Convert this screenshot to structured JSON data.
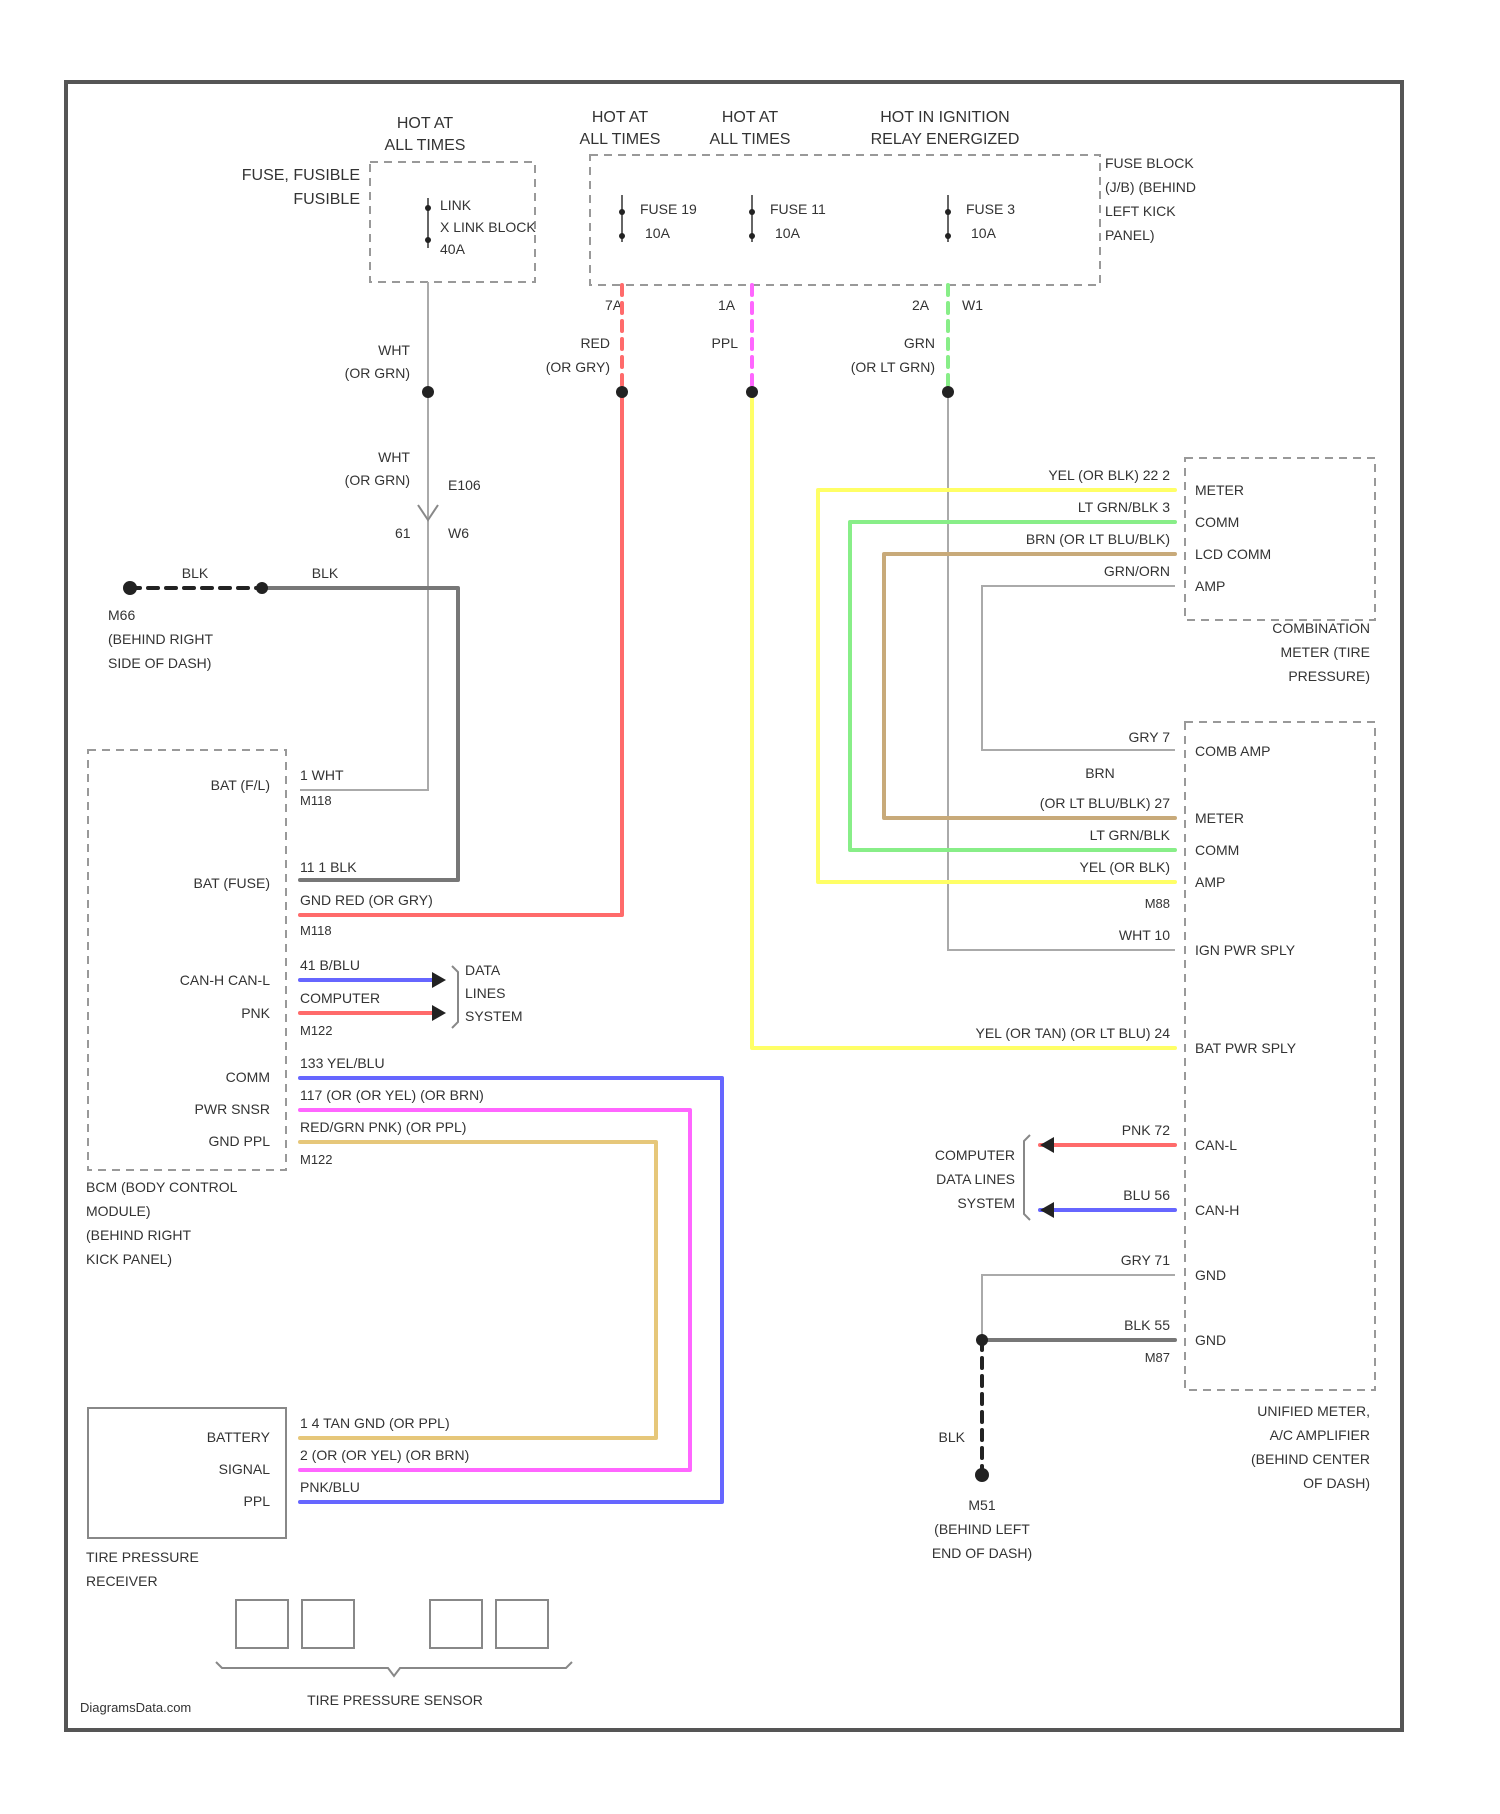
{
  "colors": {
    "red": "#ff6b6b",
    "yellow": "#ffff66",
    "green": "#88ee88",
    "lightgreen": "#aaffaa",
    "brown": "#c8aa7a",
    "gray": "#aaaaaa",
    "darkgray": "#777777",
    "white": "#dddddd",
    "blue": "#6666ff",
    "pink": "#ff66ff",
    "tan": "#e6c77a",
    "black": "#222222"
  },
  "power": {
    "fusible": {
      "hot": [
        "HOT AT",
        "ALL TIMES"
      ],
      "name": [
        "FUSE, FUSIBLE",
        "FUSIBLE"
      ],
      "link": [
        "LINK",
        "X LINK BLOCK",
        "40A"
      ]
    },
    "fuse1": {
      "hot": [
        "HOT AT",
        "ALL TIMES"
      ],
      "name": "FUSE 19",
      "amp": "10A",
      "pin": "7A"
    },
    "fuse2": {
      "hot": [
        "HOT AT",
        "ALL TIMES"
      ],
      "name": "FUSE 11",
      "amp": "10A",
      "pin": "1A"
    },
    "fuse3": {
      "hot": [
        "HOT IN IGNITION",
        "RELAY ENERGIZED"
      ],
      "name": "FUSE 3",
      "amp": "10A",
      "pin": "2A",
      "pin2": "W1"
    },
    "block_label": [
      "FUSE BLOCK",
      "(J/B) (BEHIND",
      "LEFT KICK",
      "PANEL)"
    ]
  },
  "wires_top": {
    "wht1": [
      "WHT",
      "(OR GRN)"
    ],
    "red": [
      "RED",
      "(OR GRY)"
    ],
    "ppl": "PPL",
    "grn": [
      "GRN",
      "(OR LT GRN)"
    ],
    "wht2": [
      "WHT",
      "(OR GRN)"
    ],
    "conn": [
      "E106",
      "W6"
    ],
    "conn_pin": "61"
  },
  "ground_m": {
    "wire1": "BLK",
    "wire2": "BLK",
    "label": [
      "M66",
      "(BEHIND RIGHT",
      "SIDE OF DASH)"
    ]
  },
  "bcm": {
    "label": [
      "BCM (BODY CONTROL",
      "MODULE)",
      "(BEHIND RIGHT",
      "KICK PANEL)"
    ],
    "pins": [
      {
        "name": "BAT (F/L)",
        "wire": "1  WHT",
        "conn": "M118"
      },
      {
        "name": "BAT (FUSE)",
        "wire": "11 1 BLK",
        "wire2": "GND RED  (OR GRY)",
        "conn": "M118"
      },
      {
        "name": "CAN-H CAN-L",
        "wire": "41 B/BLU",
        "wire2": "COMPUTER",
        "conn": ""
      },
      {
        "name": "PNK",
        "wire": "M122",
        "conn": ""
      },
      {
        "name": "COMM",
        "wire": "133 YEL/BLU"
      },
      {
        "name": "PWR SNSR",
        "wire": "117   (OR   (OR YEL)    (OR BRN)"
      },
      {
        "name": "GND PPL",
        "wire": "RED/GRN PNK)          (OR PPL)",
        "conn": "M122"
      }
    ],
    "data_lines": [
      "DATA",
      "LINES",
      "SYSTEM"
    ]
  },
  "combo_meter": {
    "label": [
      "COMBINATION",
      "METER (TIRE",
      "PRESSURE)"
    ],
    "pins": [
      {
        "name": "METER",
        "wire": "YEL   (OR BLK) 22 2"
      },
      {
        "name": "COMM",
        "wire": "LT GRN/BLK 3"
      },
      {
        "name": "LCD COMM",
        "wire": "BRN     (OR LT BLU/BLK)"
      },
      {
        "name": "AMP",
        "wire": "GRN/ORN"
      }
    ]
  },
  "unified": {
    "label": [
      "UNIFIED METER,",
      "A/C AMPLIFIER",
      "(BEHIND CENTER",
      "OF DASH)"
    ],
    "pins": [
      {
        "name": "COMB AMP",
        "wire": "GRY   7"
      },
      {
        "name": "METER",
        "wire": "(OR LT BLU/BLK) 27",
        "wire_top": "BRN"
      },
      {
        "name": "COMM",
        "wire": "LT GRN/BLK"
      },
      {
        "name": "AMP",
        "wire": "YEL   (OR BLK)",
        "conn": "M88"
      },
      {
        "name": "IGN PWR SPLY",
        "wire": "WHT    10"
      },
      {
        "name": "BAT PWR SPLY",
        "wire": "YEL    (OR TAN)    (OR LT BLU)   24"
      },
      {
        "name": "CAN-L",
        "wire": "PNK   72"
      },
      {
        "name": "CAN-H",
        "wire": "BLU   56"
      },
      {
        "name": "GND",
        "wire": "GRY   71"
      },
      {
        "name": "GND",
        "wire": "BLK   55",
        "conn": "M87"
      }
    ],
    "data_lines": [
      "COMPUTER",
      "DATA LINES",
      "SYSTEM"
    ]
  },
  "ground_m51": {
    "wire": "BLK",
    "label": [
      "M51",
      "(BEHIND LEFT",
      "END OF DASH)"
    ]
  },
  "receiver": {
    "label": [
      "TIRE PRESSURE",
      "RECEIVER"
    ],
    "pins": [
      {
        "name": "BATTERY",
        "wire": "1 4     TAN    GND            (OR PPL)"
      },
      {
        "name": "SIGNAL",
        "wire": "2 (OR       (OR YEL)       (OR BRN)"
      },
      {
        "name": "PPL",
        "wire": "PNK/BLU"
      }
    ]
  },
  "sensor_label": "TIRE PRESSURE SENSOR",
  "watermark": "DiagramsData.com"
}
